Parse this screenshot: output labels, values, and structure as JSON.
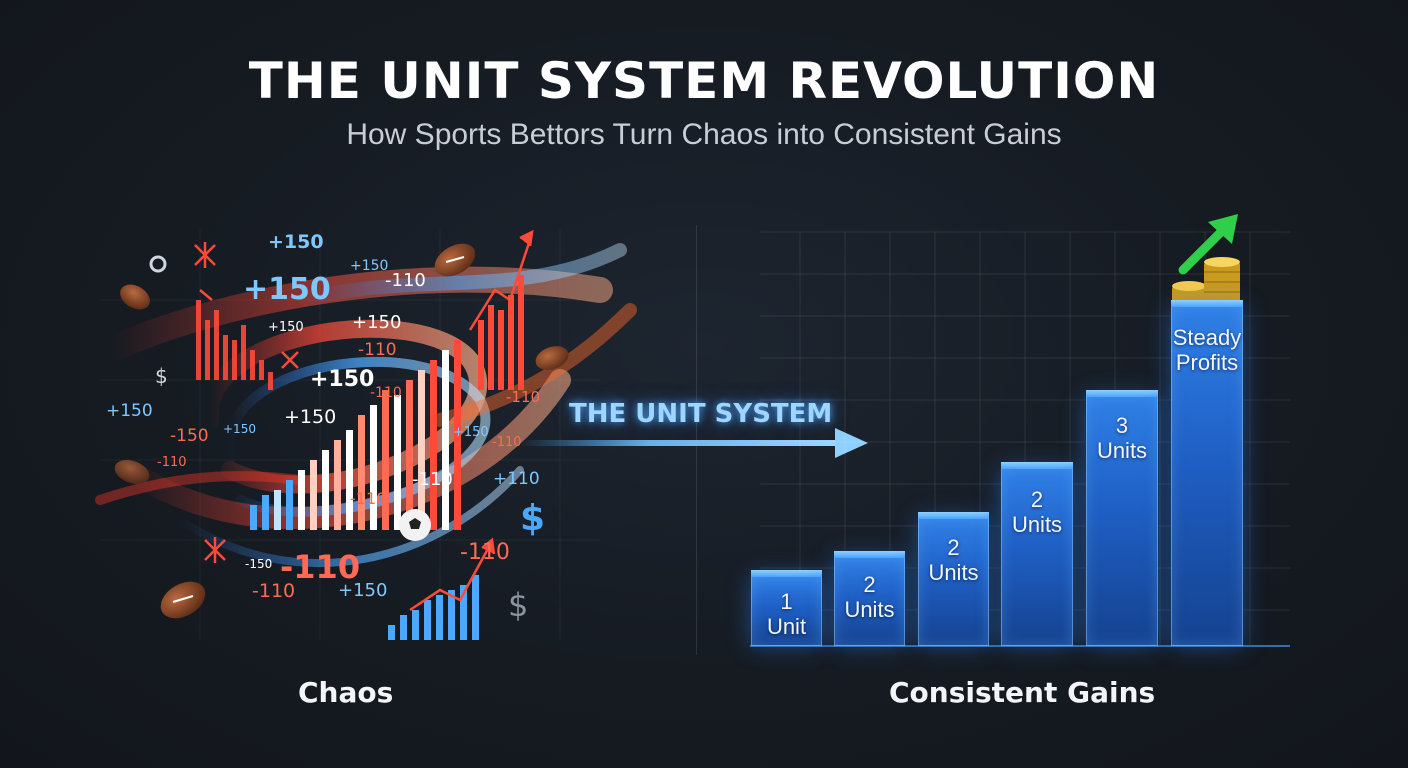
{
  "header": {
    "title": "THE UNIT SYSTEM REVOLUTION",
    "subtitle": "How Sports Bettors Turn Chaos into Consistent Gains"
  },
  "arrow": {
    "label": "THE UNIT SYSTEM"
  },
  "left_panel": {
    "label": "Chaos",
    "odds": [
      {
        "text": "+150",
        "color": "#7fc8ff"
      },
      {
        "text": "+150",
        "color": "#7fc8ff"
      },
      {
        "text": "-110",
        "color": "#ffffff"
      },
      {
        "text": "+150",
        "color": "#7fc8ff"
      },
      {
        "text": "+150",
        "color": "#ffffff"
      },
      {
        "text": "+150",
        "color": "#ffffff"
      },
      {
        "text": "-110",
        "color": "#ff6a55"
      },
      {
        "text": "+150",
        "color": "#ffffff"
      },
      {
        "text": "+150",
        "color": "#7fc8ff"
      },
      {
        "text": "-110",
        "color": "#ff6a55"
      },
      {
        "text": "+150",
        "color": "#ffffff"
      },
      {
        "text": "-150",
        "color": "#ff6a55"
      },
      {
        "text": "+150",
        "color": "#7fc8ff"
      },
      {
        "text": "-110",
        "color": "#ff6a55"
      },
      {
        "text": "-110",
        "color": "#ff6a55"
      },
      {
        "text": "+150",
        "color": "#7fc8ff"
      },
      {
        "text": "-110",
        "color": "#ffffff"
      },
      {
        "text": "+110",
        "color": "#7fc8ff"
      },
      {
        "text": "-110",
        "color": "#ff6a55"
      },
      {
        "text": "-150",
        "color": "#ffffff"
      },
      {
        "text": "-110",
        "color": "#ff6a55"
      },
      {
        "text": "-110",
        "color": "#ff6a55"
      },
      {
        "text": "-110",
        "color": "#ff6a55"
      },
      {
        "text": "+150",
        "color": "#7fc8ff"
      },
      {
        "text": "-110",
        "color": "#ff6a55"
      }
    ],
    "dollar_signs": [
      "$",
      "$",
      "$"
    ]
  },
  "right_panel": {
    "label": "Consistent Gains",
    "bars": [
      {
        "lines": [
          "1",
          "Unit"
        ],
        "level": 1
      },
      {
        "lines": [
          "2",
          "Units"
        ],
        "level": 2
      },
      {
        "lines": [
          "2",
          "Units"
        ],
        "level": 2
      },
      {
        "lines": [
          "2",
          "Units"
        ],
        "level": 2
      },
      {
        "lines": [
          "3",
          "Units"
        ],
        "level": 3
      },
      {
        "lines": [
          "Steady",
          "Profits"
        ],
        "level": 4
      }
    ],
    "accent_color": "#2f7fe6",
    "trend_arrow_color": "#2fcf4a",
    "coin_icon": "coin-stack-icon"
  },
  "colors": {
    "chaos_red": "#ff4a3a",
    "chaos_blue": "#4aa8ff",
    "background": "#161b22"
  }
}
